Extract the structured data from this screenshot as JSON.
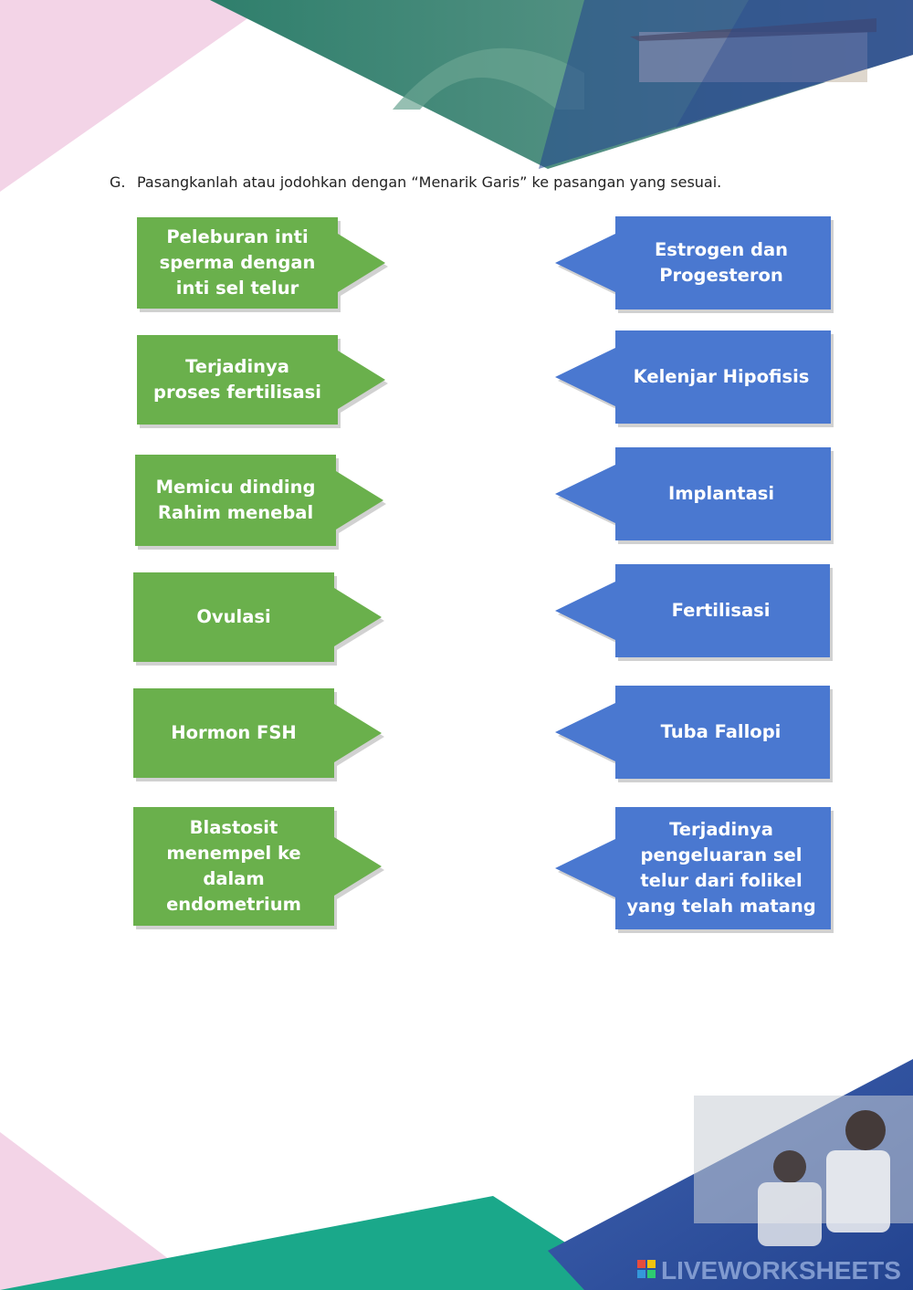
{
  "instruction": {
    "letter": "G.",
    "text": "Pasangkanlah atau jodohkan dengan “Menarik Garis” ke pasangan yang sesuai."
  },
  "left_items": [
    {
      "label": "Peleburan inti\nsperma dengan\ninti sel telur"
    },
    {
      "label": "Terjadinya\nproses fertilisasi"
    },
    {
      "label": "Memicu dinding\nRahim menebal"
    },
    {
      "label": "Ovulasi"
    },
    {
      "label": "Hormon FSH"
    },
    {
      "label": "Blastosit\nmenempel ke\ndalam\nendometrium"
    }
  ],
  "right_items": [
    {
      "label": "Estrogen dan\nProgesteron"
    },
    {
      "label": "Kelenjar Hipofisis"
    },
    {
      "label": "Implantasi"
    },
    {
      "label": "Fertilisasi"
    },
    {
      "label": "Tuba Fallopi"
    },
    {
      "label": "Terjadinya\npengeluaran sel\ntelur dari folikel\nyang telah matang"
    }
  ],
  "colors": {
    "green": "#6ab04c",
    "blue": "#4a78d0",
    "teal": "#1aa88a",
    "navy": "#23438f",
    "pink": "#f2d3e6"
  },
  "watermark": "LIVEWORKSHEETS"
}
